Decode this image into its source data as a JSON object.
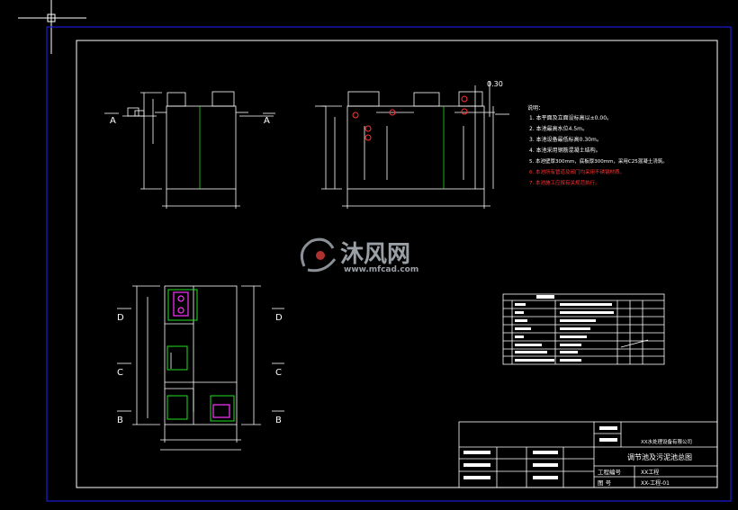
{
  "colors": {
    "background": "#000000",
    "line": "#ffffff",
    "frame": "#1c1cd6",
    "accent_green": "#22dd22",
    "accent_magenta": "#ff33ff",
    "accent_red": "#ff3333",
    "note_white": "#ffffff"
  },
  "section_labels": {
    "a_left": "A",
    "a_right": "A",
    "d_left": "D",
    "d_right": "D",
    "c_left": "C",
    "c_right": "C",
    "b_left": "B",
    "b_right": "B"
  },
  "dimension_top_right": "0.30",
  "notes": {
    "heading": "说明：",
    "lines": [
      "1. 本平面及立面设标高以±0.00。",
      "2. 本池最高水位4.5m。",
      "3. 本池设备最低标高0.30m。",
      "4. 本池采用钢筋混凝土结构。",
      "5. 本池壁厚300mm，底板厚300mm，采用C25混凝土浇筑。",
      "6. 本池所有管道及阀门均采用不锈钢材质。",
      "7. 本池施工应按有关规范执行。"
    ],
    "red_line_indexes": [
      5,
      6
    ]
  },
  "watermark": {
    "brand": "沐风网",
    "url": "www.mfcad.com"
  },
  "title_block": {
    "drawing_title": "调节池及污泥池总图",
    "project_label": "工程编号",
    "project_value": "XX工程",
    "drawing_no_label": "图 号",
    "drawing_no_value": "XX-工程-01",
    "company": "XX水处理设备有限公司"
  },
  "icons": {
    "crosshair": "crosshair-cursor-icon",
    "logo": "mfcad-logo-icon"
  }
}
